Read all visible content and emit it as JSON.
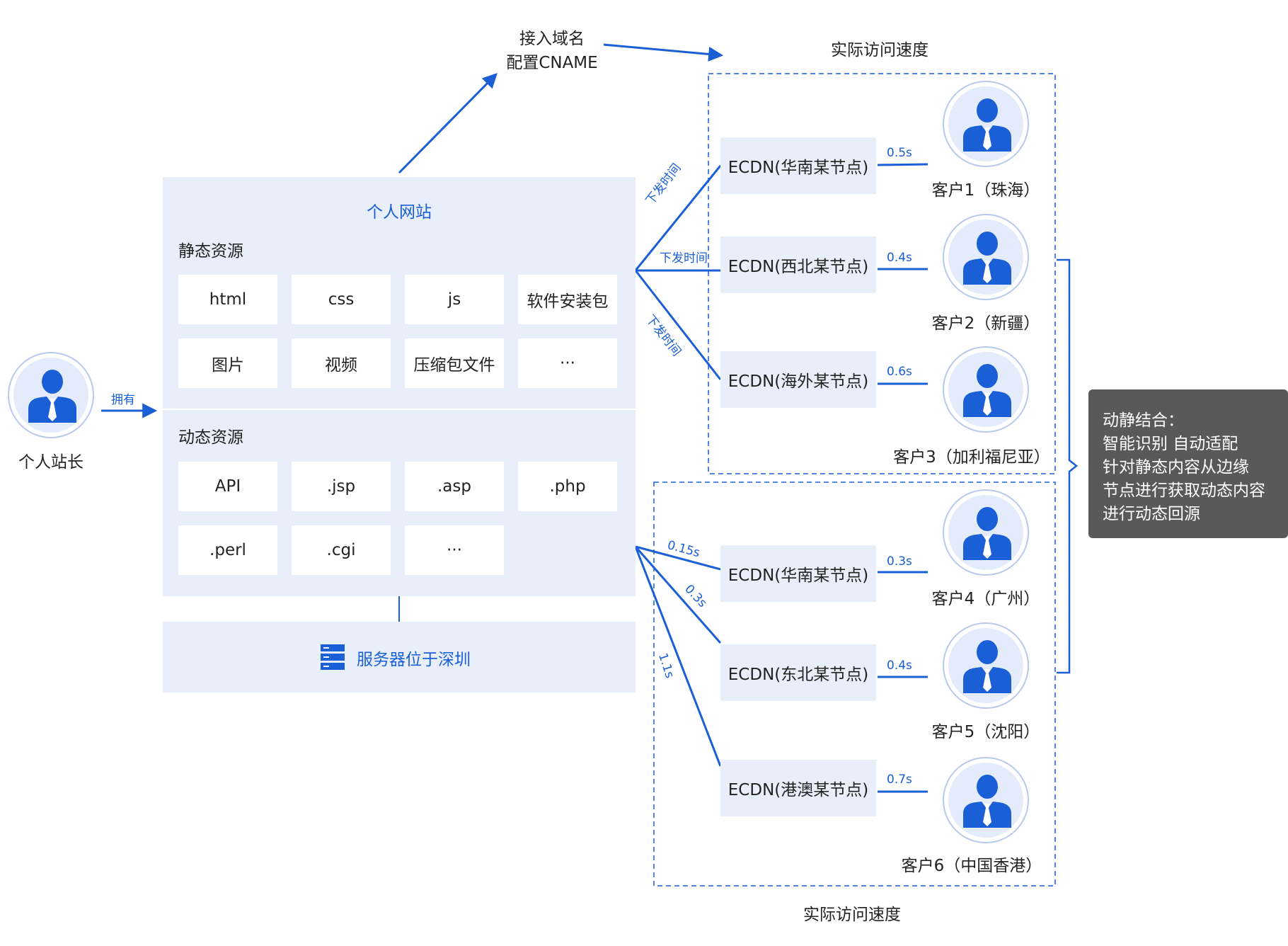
{
  "owner": {
    "label": "个人站长",
    "edge_label": "拥有"
  },
  "website": {
    "title": "个人网站",
    "static_label": "静态资源",
    "static_items": [
      "html",
      "css",
      "js",
      "软件安装包",
      "图片",
      "视频",
      "压缩包文件",
      "···"
    ],
    "dynamic_label": "动态资源",
    "dynamic_items": [
      "API",
      ".jsp",
      ".asp",
      ".php",
      ".perl",
      ".cgi",
      "···"
    ]
  },
  "server": {
    "label": "服务器位于深圳",
    "icon": "server-icon"
  },
  "cname_step": {
    "line1": "接入域名",
    "line2": "配置CNAME"
  },
  "speed_labels": {
    "top": "实际访问速度",
    "bottom": "实际访问速度"
  },
  "distribute_labels": [
    "下发时间",
    "下发时间",
    "下发时间"
  ],
  "static_group": [
    {
      "node": "ECDN(华南某节点)",
      "time": "0.5s",
      "customer": "客户1（珠海）"
    },
    {
      "node": "ECDN(西北某节点)",
      "time": "0.4s",
      "customer": "客户2（新疆）"
    },
    {
      "node": "ECDN(海外某节点)",
      "time": "0.6s",
      "customer": "客户3（加利福尼亚）"
    }
  ],
  "dynamic_times": [
    "0.15s",
    "0.3s",
    "1.1s"
  ],
  "dynamic_group": [
    {
      "node": "ECDN(华南某节点)",
      "time": "0.3s",
      "customer": "客户4（广州）"
    },
    {
      "node": "ECDN(东北某节点)",
      "time": "0.4s",
      "customer": "客户5（沈阳）"
    },
    {
      "node": "ECDN(港澳某节点)",
      "time": "0.7s",
      "customer": "客户6（中国香港）"
    }
  ],
  "callout": {
    "lines": [
      "动静结合：",
      "智能识别 自动适配",
      "针对静态内容从边缘",
      "节点进行获取动态内容",
      "进行动态回源"
    ]
  },
  "colors": {
    "accent": "#1a5fd6",
    "panel": "#e8eefa",
    "callout_bg": "#595959"
  }
}
